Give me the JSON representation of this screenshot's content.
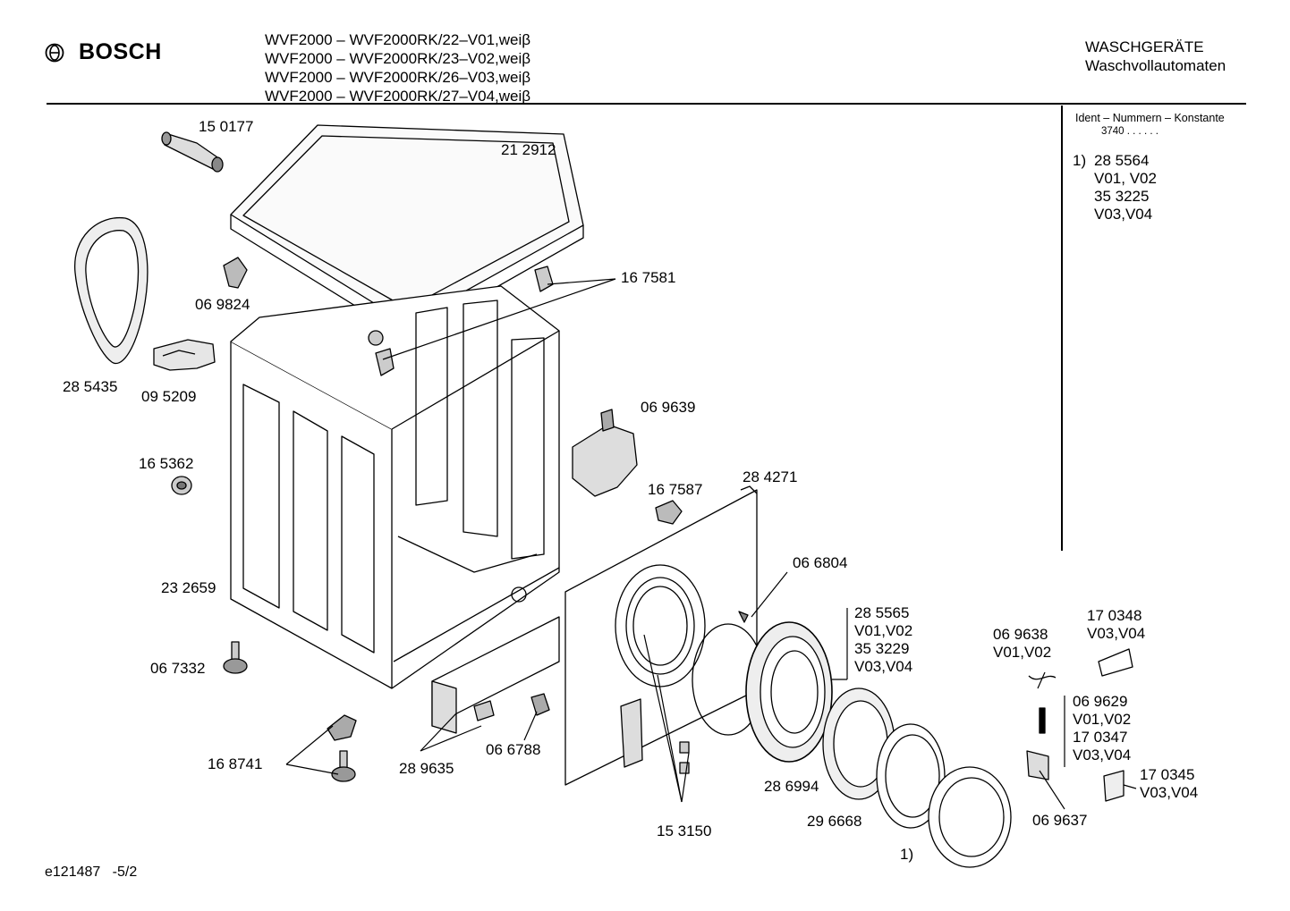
{
  "header": {
    "brand": "BOSCH",
    "models": [
      "WVF2000 – WVF2000RK/22–V01,weiβ",
      "WVF2000 – WVF2000RK/23–V02,weiβ",
      "WVF2000 – WVF2000RK/26–V03,weiβ",
      "WVF2000 – WVF2000RK/27–V04,weiβ"
    ],
    "category": "WASCHGERÄTE",
    "subcategory": "Waschvollautomaten"
  },
  "ident": {
    "title": "Ident – Nummern – Konstante",
    "code": "3740  .  .     .  .  .  ."
  },
  "note": {
    "index": "1)",
    "lines": [
      "28 5564",
      "V01, V02",
      "35 3225",
      "V03,V04"
    ]
  },
  "parts": {
    "p150177": "15 0177",
    "p212912": "21 2912",
    "p069824": "06 9824",
    "p167581": "16 7581",
    "p285435": "28 5435",
    "p095209": "09 5209",
    "p069639": "06 9639",
    "p165362": "16 5362",
    "p167587": "16 7587",
    "p284271": "28 4271",
    "p066804": "06 6804",
    "p232659": "23 2659",
    "p285565": [
      "28 5565",
      "V01,V02",
      "35 3229",
      "V03,V04"
    ],
    "p069638": [
      "06 9638",
      "V01,V02"
    ],
    "p170348": [
      "17 0348",
      "V03,V04"
    ],
    "p067332": "06 7332",
    "p069629": [
      "06 9629",
      "V01,V02",
      "17 0347",
      "V03,V04"
    ],
    "p168741": "16 8741",
    "p289635": "28 9635",
    "p066788": "06 6788",
    "p286994": "28 6994",
    "p170345": [
      "17 0345",
      "V03,V04"
    ],
    "p296668": "29 6668",
    "p069637": "06 9637",
    "p153150": "15 3150",
    "p_note": "1)"
  },
  "footer": {
    "code": "e121487",
    "page": "-5/2"
  }
}
